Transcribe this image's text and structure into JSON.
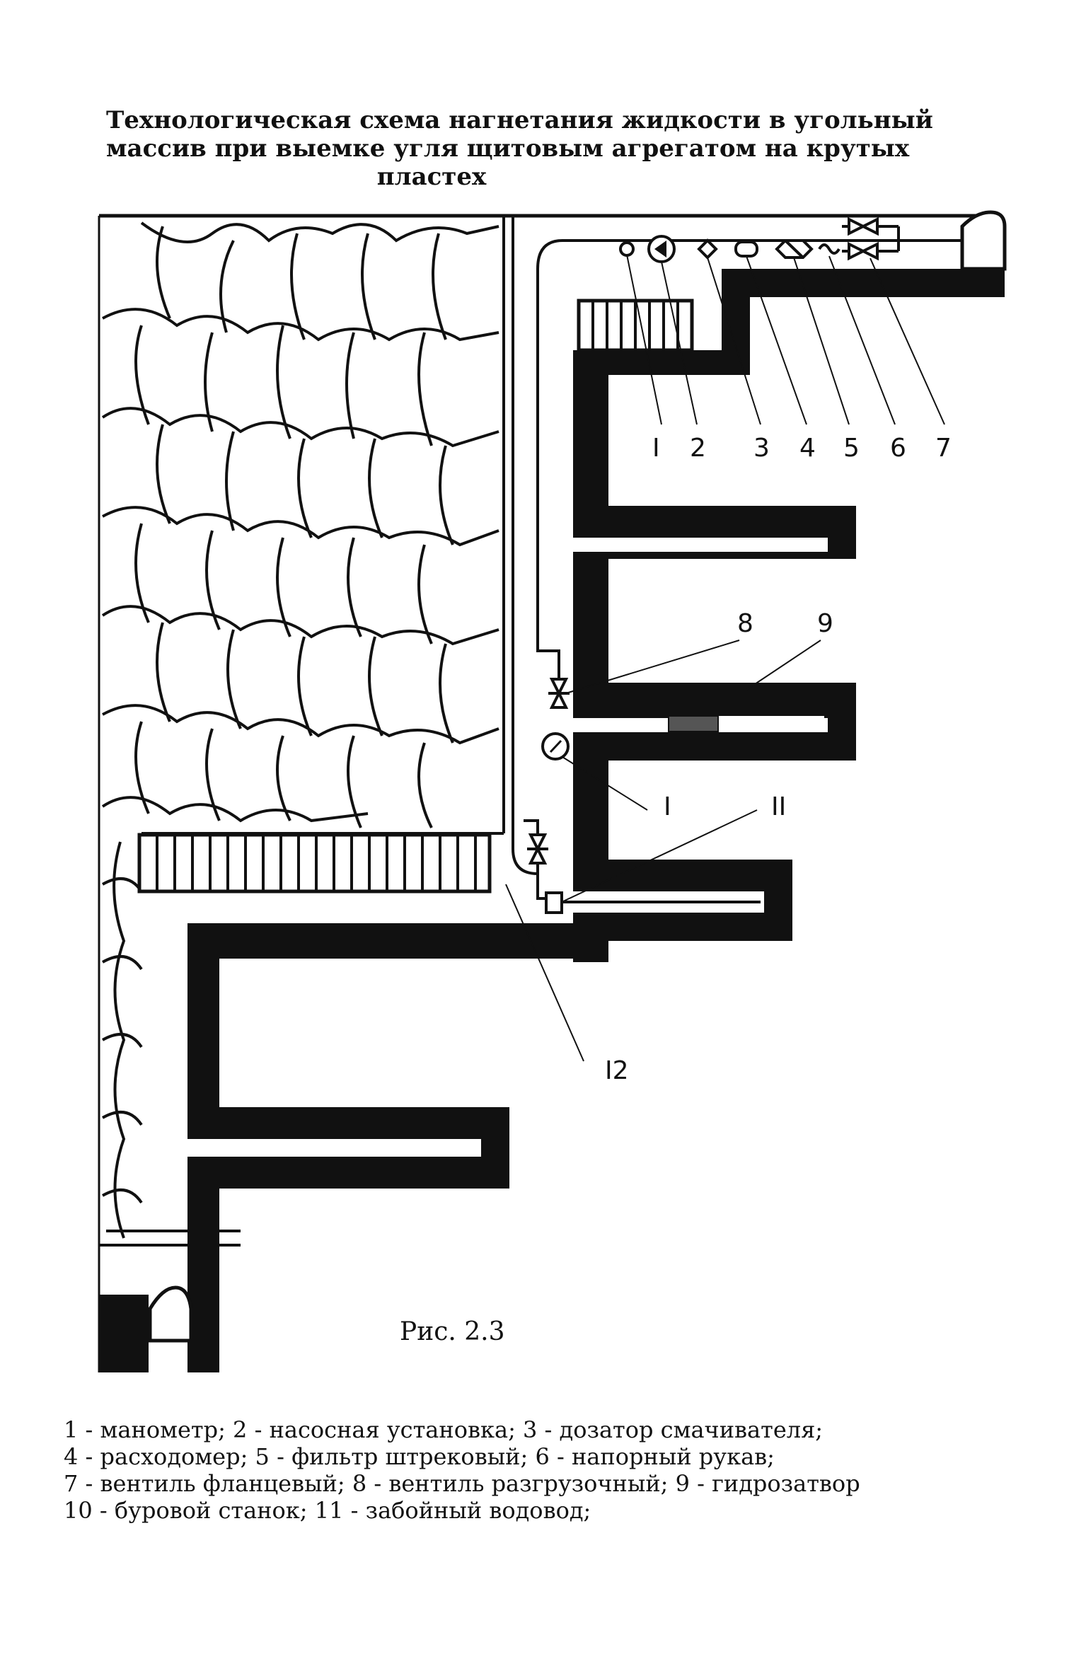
{
  "title": {
    "line1": "Технологическая схема нагнетания жидкости в угольный",
    "line2": "массив при выемке угля щитовым агрегатом на крутых",
    "line3": "пластех"
  },
  "labels": {
    "l1": "I",
    "l2": "2",
    "l3": "3",
    "l4": "4",
    "l5": "5",
    "l6": "6",
    "l7": "7",
    "l8": "8",
    "l9": "9",
    "l1b": "I",
    "l11": "II",
    "l12": "I2"
  },
  "caption": "Рис. 2.3",
  "legend": [
    "1 - манометр; 2 - насосная установка; 3 - дозатор смачивателя;",
    "4 - расходомер; 5 - фильтр штрековый; 6 - напорный рукав;",
    "7 -  вентиль фланцевый; 8 - вентиль разгрузочный; 9 - гидрозатвор",
    "10 - буровой станок; 11 - забойный водовод;"
  ]
}
